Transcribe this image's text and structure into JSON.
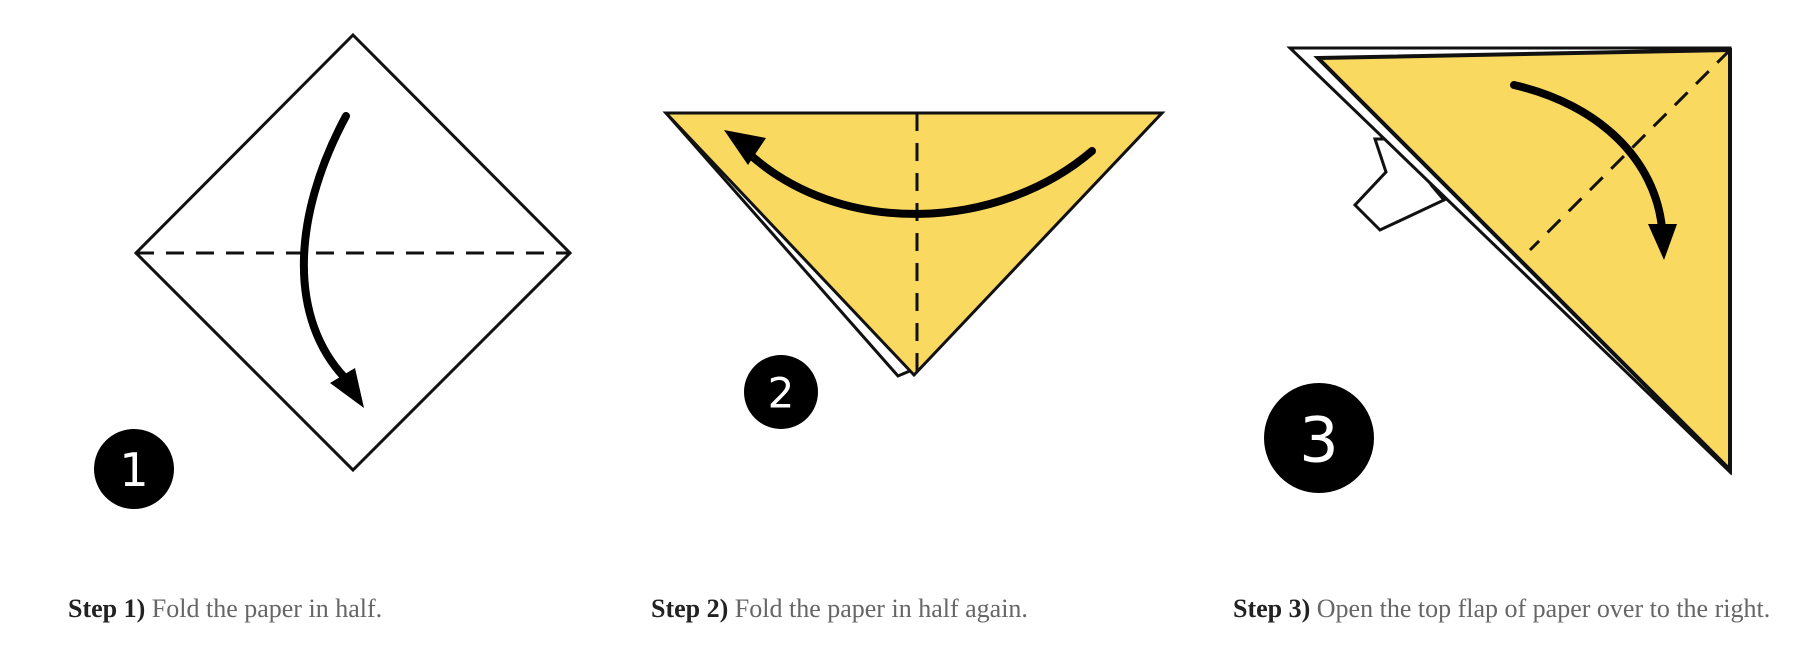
{
  "steps": [
    {
      "number": "1",
      "label": "Step 1)",
      "text": "Fold the paper in half."
    },
    {
      "number": "2",
      "label": "Step 2)",
      "text": "Fold the paper in half again."
    },
    {
      "number": "3",
      "label": "Step 3)",
      "text": "Open the top flap of paper over to the right."
    }
  ],
  "colors": {
    "paper": "#FAD961",
    "outline": "#111111",
    "badge": "#000000",
    "caption_label": "#222222",
    "caption_text": "#666666"
  }
}
